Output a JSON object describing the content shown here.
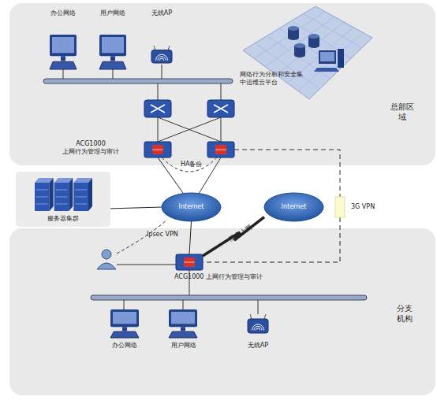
{
  "diagram": {
    "nodes": [
      {
        "text": [
          "总部区 域"
        ]
      },
      {
        "text": [
          "办公网络"
        ],
        "in": 0
      },
      {
        "text": [
          "用户网络"
        ],
        "in": 0
      },
      {
        "text": [
          "无线AP"
        ],
        "in": 0
      },
      {
        "text": [
          "网络行为分析和安全集 中运维云平台"
        ],
        "in": 0
      },
      {
        "text": [
          "ACG1000 上网行为管理与审计"
        ],
        "in": 0
      },
      {
        "text": [
          "服务器集群"
        ]
      },
      {
        "text": [
          "Internet"
        ]
      },
      {
        "text": [
          "Internet"
        ]
      },
      {
        "text": [
          "3G VPN"
        ]
      },
      {
        "text": [
          "分支 机构"
        ]
      },
      {
        "text": [
          "ACG1000 上网行为管理与审计"
        ],
        "in": 10
      },
      {
        "text": [
          "办公网络"
        ],
        "in": 10
      },
      {
        "text": [
          "用户网络"
        ],
        "in": 10
      },
      {
        "text": [
          "无线AP"
        ],
        "in": 10
      }
    ],
    "edges": [
      {
        "from": 5,
        "to": 7,
        "arrow": "none"
      },
      {
        "from": 6,
        "to": 7,
        "arrow": "none"
      },
      {
        "from": 7,
        "to": 11,
        "arrow": "none"
      },
      {
        "from": 11,
        "to": 8,
        "label": "用户上网",
        "arrow": "none"
      },
      {
        "from": 9,
        "to": 11,
        "arrow": "none"
      }
    ],
    "labels": [
      "HA备份",
      "Ipsec VPN"
    ]
  }
}
